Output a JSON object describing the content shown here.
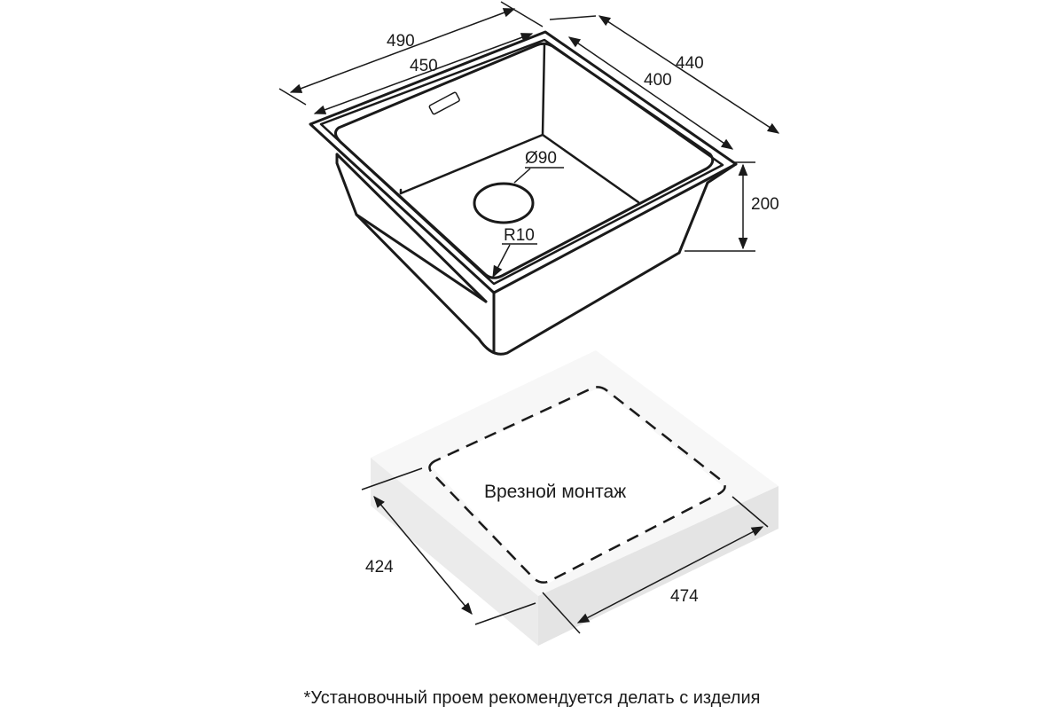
{
  "dimensions": {
    "outer_width": "490",
    "inner_width": "450",
    "outer_depth": "440",
    "inner_depth": "400",
    "height": "200",
    "drain": "Ø90",
    "radius": "R10",
    "cutout_depth": "424",
    "cutout_width": "474"
  },
  "mounting_label": "Врезной монтаж",
  "footnote": "*Установочный проем рекомендуется делать с изделия",
  "colors": {
    "line": "#1a1a1a",
    "slab_top": "#f7f7f7",
    "slab_side": "#e9e9e9"
  }
}
